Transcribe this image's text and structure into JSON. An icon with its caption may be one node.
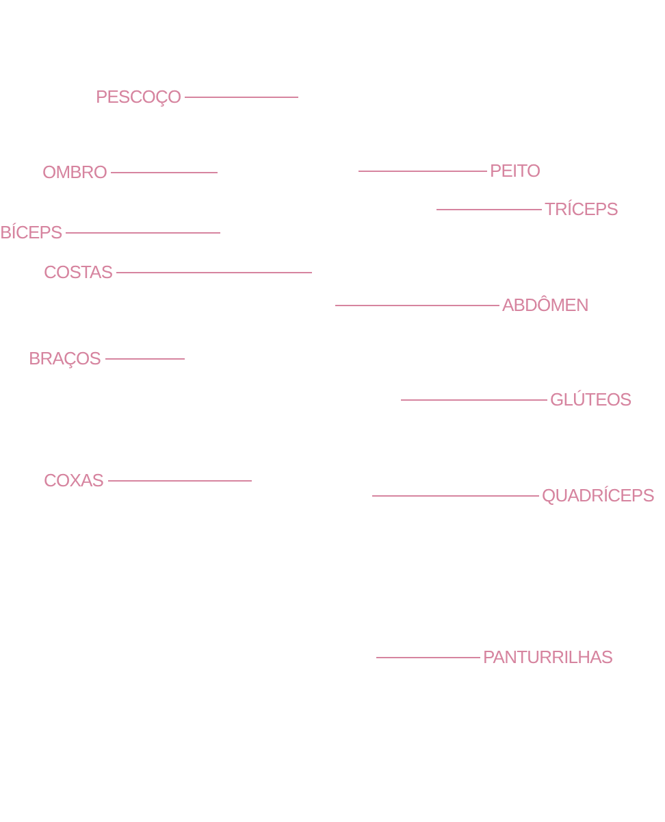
{
  "diagram": {
    "nodes": [
      {
        "text": [
          "PESCOÇO"
        ]
      },
      {
        "text": [
          "PEITO"
        ]
      },
      {
        "text": [
          "OMBRO"
        ]
      },
      {
        "text": [
          "TRÍCEPS"
        ]
      },
      {
        "text": [
          "BÍCEPS"
        ]
      },
      {
        "text": [
          "COSTAS"
        ]
      },
      {
        "text": [
          "ABDÔMEN"
        ]
      },
      {
        "text": [
          "BRAÇOS"
        ]
      },
      {
        "text": [
          "GLÚTEOS"
        ]
      },
      {
        "text": [
          "COXAS"
        ]
      },
      {
        "text": [
          "QUADRÍCEPS"
        ]
      },
      {
        "text": [
          "PANTURRILHAS"
        ]
      }
    ],
    "edges": [
      {
        "from": 0,
        "to": null,
        "arrow": "none"
      },
      {
        "from": 1,
        "to": null,
        "arrow": "none"
      },
      {
        "from": 2,
        "to": null,
        "arrow": "none"
      },
      {
        "from": 3,
        "to": null,
        "arrow": "none"
      },
      {
        "from": 4,
        "to": null,
        "arrow": "none"
      },
      {
        "from": 5,
        "to": null,
        "arrow": "none"
      },
      {
        "from": 6,
        "to": null,
        "arrow": "none"
      },
      {
        "from": 7,
        "to": null,
        "arrow": "none"
      },
      {
        "from": 8,
        "to": null,
        "arrow": "none"
      },
      {
        "from": 9,
        "to": null,
        "arrow": "none"
      },
      {
        "from": 10,
        "to": null,
        "arrow": "none"
      },
      {
        "from": 11,
        "to": null,
        "arrow": "none"
      }
    ]
  }
}
